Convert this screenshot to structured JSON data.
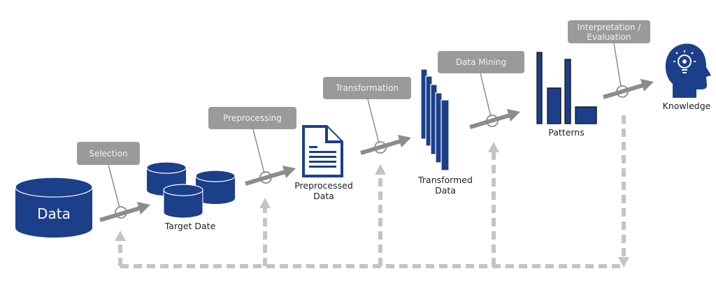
{
  "title": "Knowledge Discovery in Databases (KDD) Process",
  "colors": {
    "primary_blue": "#1c3f8a",
    "step_tag_bg": "#9a9a9a",
    "arrow_gray": "#8c8c8c",
    "feedback_gray": "#c4c4c4"
  },
  "artifacts": [
    {
      "id": "data",
      "label": "Data",
      "icon": "database-icon"
    },
    {
      "id": "target",
      "label": "Target Date",
      "icon": "databases-icon"
    },
    {
      "id": "preprocessed",
      "label": "Preprocessed\nData",
      "icon": "document-icon"
    },
    {
      "id": "transformed",
      "label": "Transformed\nData",
      "icon": "stacked-pages-icon"
    },
    {
      "id": "patterns",
      "label": "Patterns",
      "icon": "bar-chart-icon"
    },
    {
      "id": "knowledge",
      "label": "Knowledge",
      "icon": "head-lightbulb-icon"
    }
  ],
  "steps": [
    {
      "label": "Selection"
    },
    {
      "label": "Preprocessing"
    },
    {
      "label": "Transformation"
    },
    {
      "label": "Data Mining"
    },
    {
      "label": "Interpretation /\nEvaluation"
    }
  ],
  "feedback_loop": {
    "description": "dashed feedback arrows from Interpretation/Evaluation back to each step"
  }
}
